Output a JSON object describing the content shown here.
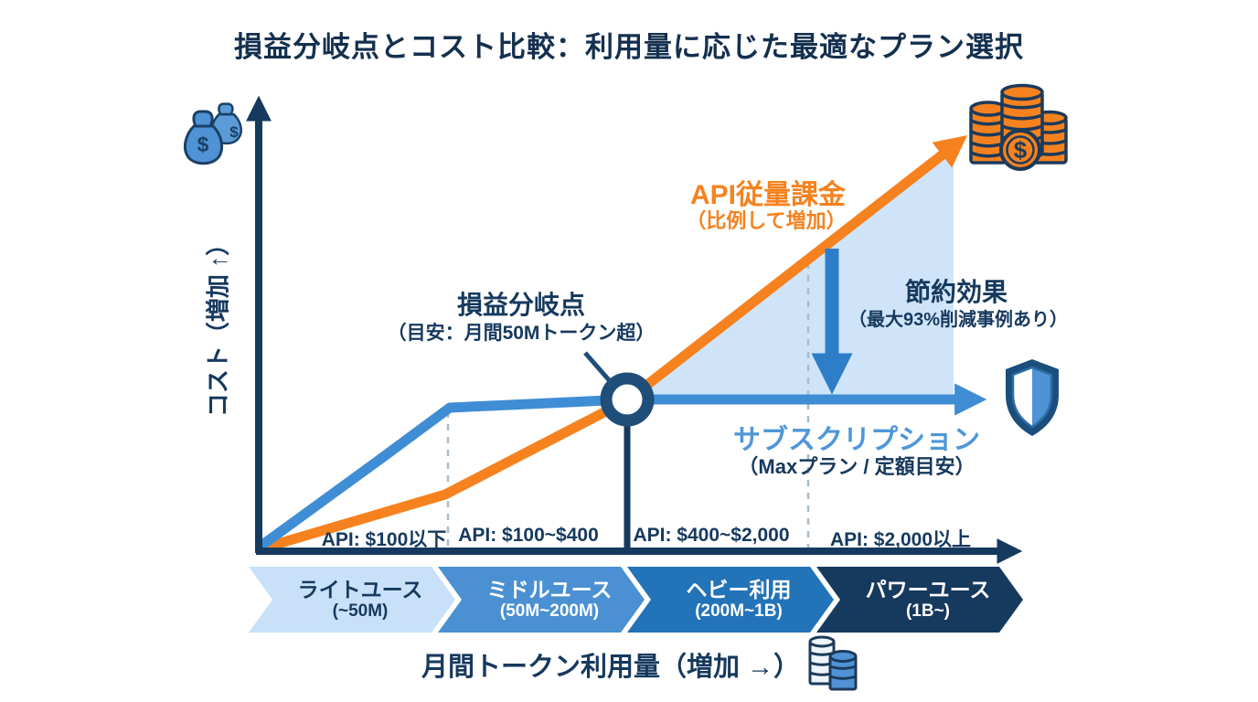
{
  "title": "損益分岐点とコスト比較：利用量に応じた最適なプラン選択",
  "chart_data": {
    "type": "line",
    "title": "損益分岐点とコスト比較：利用量に応じた最適なプラン選択",
    "xlabel": "月間トークン利用量（増加 →）",
    "ylabel": "コスト（増加 ↑）",
    "grid": false,
    "legend_position": "inline-annotations",
    "series": [
      {
        "name": "API従量課金",
        "subtitle": "（比例して増加）",
        "color": "#f5821f",
        "shape": "convex rising arrow through break-even point",
        "x_relative": [
          0,
          25,
          50,
          95
        ],
        "y_relative": [
          0,
          13,
          36,
          95
        ]
      },
      {
        "name": "サブスクリプション",
        "subtitle": "（Maxプラン / 定額目安）",
        "color": "#3f8dd4",
        "shape": "rises then flat capped line to right arrow",
        "x_relative": [
          0,
          16,
          26,
          50,
          97
        ],
        "y_relative": [
          0,
          21,
          34,
          36,
          36
        ]
      }
    ],
    "breakeven": {
      "label": "損益分岐点",
      "sub": "（目安：月間50Mトークン超）"
    },
    "savings": {
      "label": "節約効果",
      "sub": "（最大93%削減事例あり）"
    },
    "x_segments": [
      {
        "api_cost": "API: $100以下",
        "tier": "ライトユース",
        "range": "(~50M)",
        "color": "#c8e1f8",
        "text_color": "#16395e"
      },
      {
        "api_cost": "API: $100~$400",
        "tier": "ミドルユース",
        "range": "(50M~200M)",
        "color": "#4a90d2",
        "text_color": "#ffffff"
      },
      {
        "api_cost": "API: $400~$2,000",
        "tier": "ヘビー利用",
        "range": "(200M~1B)",
        "color": "#2273b8",
        "text_color": "#ffffff"
      },
      {
        "api_cost": "API: $2,000以上",
        "tier": "パワーユース",
        "range": "(1B~)",
        "color": "#16395e",
        "text_color": "#ffffff"
      }
    ]
  },
  "icons": {
    "money_bags": "money-bags-icon",
    "coin_stacks": "coin-stacks-icon",
    "shield": "shield-icon",
    "token_coins": "token-coins-icon",
    "dollar": "$"
  },
  "colors": {
    "title_navy": "#14304f",
    "navy": "#16395e",
    "orange": "#f5821f",
    "blue": "#3f8dd4",
    "light_blue_area": "#cfe4f8",
    "down_arrow_blue": "#2e7dc9"
  }
}
